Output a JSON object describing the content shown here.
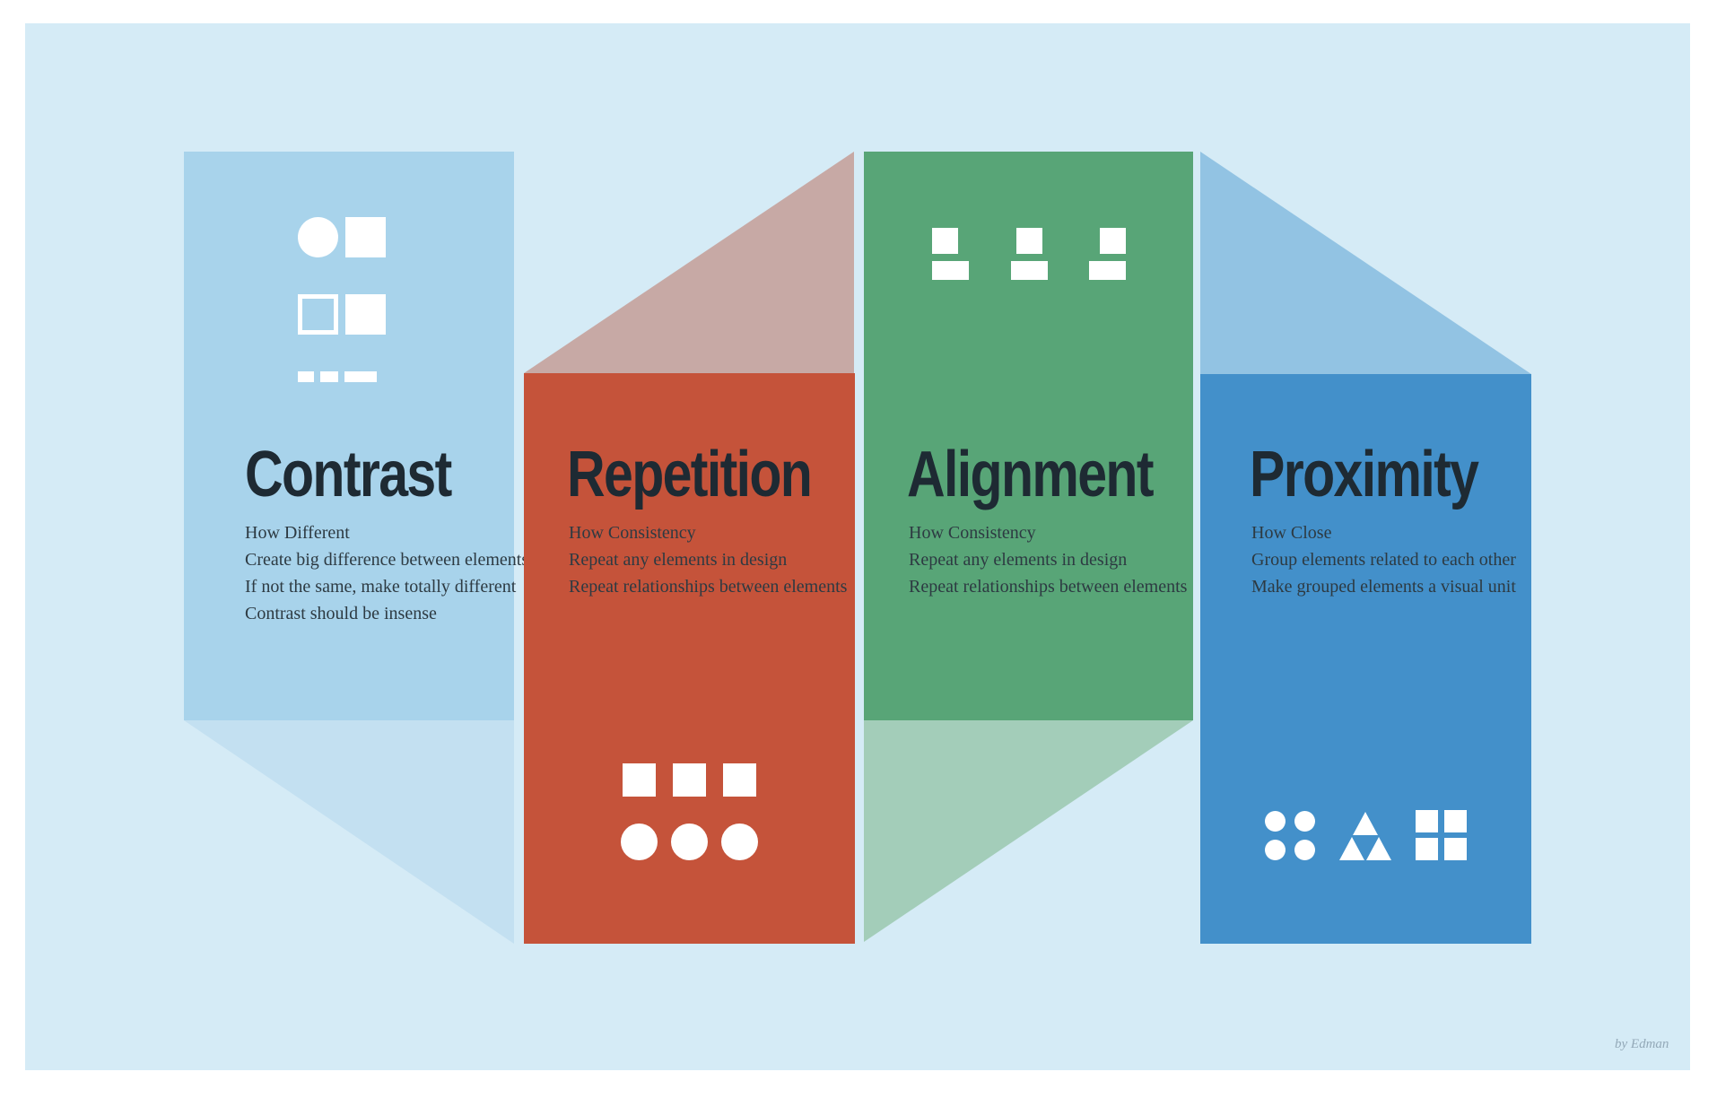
{
  "poster": {
    "credit": "by Edman",
    "background": {
      "outer": "#ffffff",
      "inner": "#d5ebf6"
    },
    "text_colors": {
      "title": "#1e2a33",
      "body": "#2d3a42",
      "credit": "#93a9b8"
    },
    "panels": [
      {
        "id": "contrast",
        "title": "Contrast",
        "color": "#a8d3eb",
        "fold_color": "#c3e0f1",
        "icon": "contrast-shapes-icon",
        "lines": [
          "How Different",
          "Create big difference between elements",
          "If not the same, make totally different",
          "Contrast should be insense"
        ]
      },
      {
        "id": "repetition",
        "title": "Repetition",
        "color": "#c5533a",
        "fold_color": "#c7a9a5",
        "icon": "repeated-squares-circles-icon",
        "lines": [
          "How Consistency",
          "Repeat any elements in design",
          "Repeat relationships between elements"
        ]
      },
      {
        "id": "alignment",
        "title": "Alignment",
        "color": "#58a577",
        "fold_color": "#a3cdb9",
        "icon": "aligned-blocks-icon",
        "lines": [
          "How Consistency",
          "Repeat any elements in design",
          "Repeat relationships between elements"
        ]
      },
      {
        "id": "proximity",
        "title": "Proximity",
        "color": "#4390ca",
        "fold_color": "#92c3e3",
        "icon": "grouped-shapes-icon",
        "lines": [
          "How Close",
          "Group elements related to each other",
          "Make grouped elements a visual unit"
        ]
      }
    ]
  }
}
